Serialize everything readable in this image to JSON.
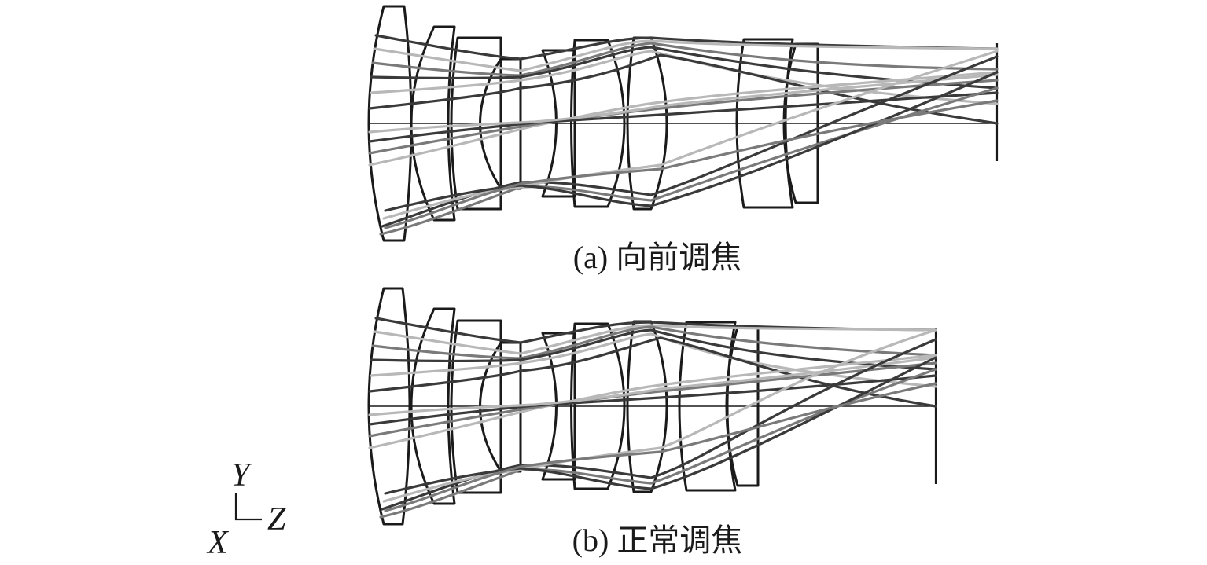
{
  "panels": [
    {
      "id": "a",
      "caption": "(a) 向前调焦"
    },
    {
      "id": "b",
      "caption": "(b) 正常调焦"
    }
  ],
  "coordinate_axes": {
    "y_label": "Y",
    "z_label": "Z",
    "x_label": "X"
  },
  "colors": {
    "lens_outline": "#1a1a1a",
    "ray_dark": "#3a3a3a",
    "ray_mid": "#7a7a7a",
    "ray_light": "#b8b8b8"
  }
}
